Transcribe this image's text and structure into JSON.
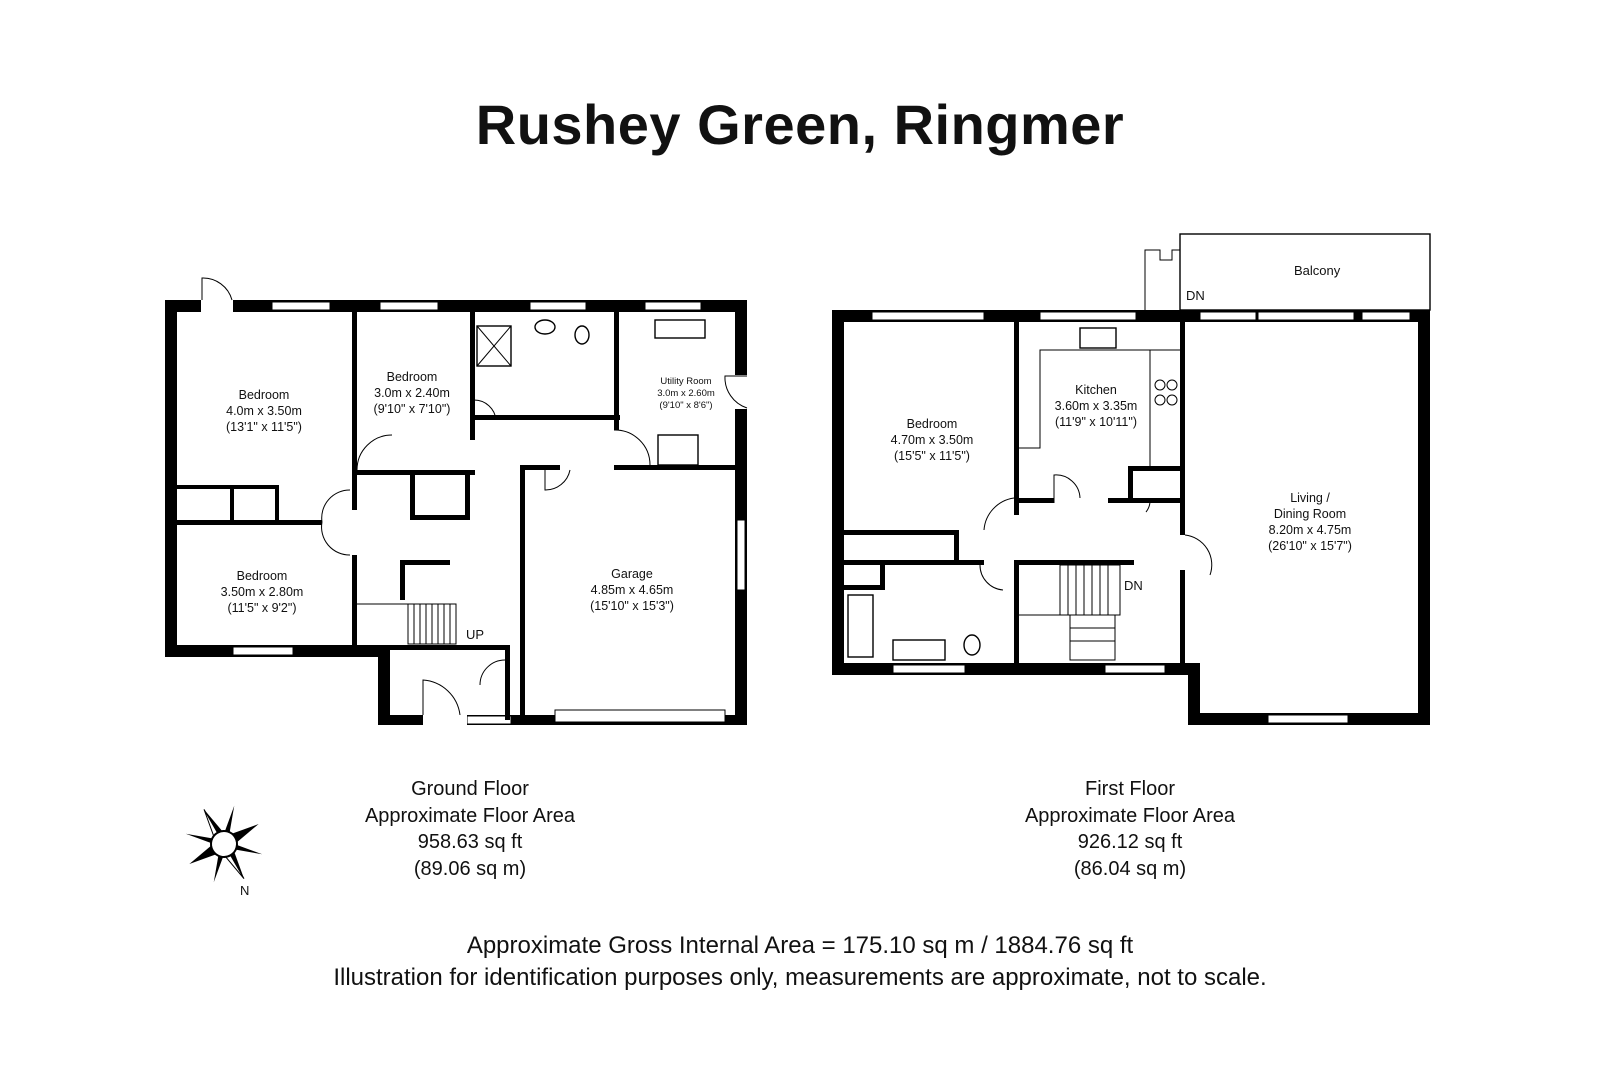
{
  "title": "Rushey Green, Ringmer",
  "ground_floor": {
    "bedroom1": {
      "name": "Bedroom",
      "metric": "4.0m x 3.50m",
      "imperial": "(13'1\" x 11'5\")"
    },
    "bedroom2": {
      "name": "Bedroom",
      "metric": "3.0m x 2.40m",
      "imperial": "(9'10\" x 7'10\")"
    },
    "bedroom3": {
      "name": "Bedroom",
      "metric": "3.50m x 2.80m",
      "imperial": "(11'5\" x 9'2\")"
    },
    "utility": {
      "name": "Utility Room",
      "metric": "3.0m x 2.60m",
      "imperial": "(9'10\" x 8'6\")"
    },
    "garage": {
      "name": "Garage",
      "metric": "4.85m x 4.65m",
      "imperial": "(15'10\" x 15'3\")"
    },
    "stairs_label": "UP",
    "info": {
      "name": "Ground Floor",
      "label": "Approximate Floor Area",
      "sqft": "958.63 sq ft",
      "sqm": "(89.06 sq m)"
    }
  },
  "first_floor": {
    "balcony": "Balcony",
    "balcony_stairs_label": "DN",
    "bedroom": {
      "name": "Bedroom",
      "metric": "4.70m x 3.50m",
      "imperial": "(15'5\" x 11'5\")"
    },
    "kitchen": {
      "name": "Kitchen",
      "metric": "3.60m x 3.35m",
      "imperial": "(11'9\" x 10'11\")"
    },
    "living": {
      "name1": "Living /",
      "name2": "Dining Room",
      "metric": "8.20m x 4.75m",
      "imperial": "(26'10\" x 15'7\")"
    },
    "stairs_label": "DN",
    "info": {
      "name": "First Floor",
      "label": "Approximate Floor Area",
      "sqft": "926.12 sq ft",
      "sqm": "(86.04 sq m)"
    }
  },
  "compass_label": "N",
  "footer": {
    "gross_area": "Approximate Gross Internal Area = 175.10 sq m / 1884.76 sq ft",
    "disclaimer": "Illustration for identification purposes only, measurements are approximate, not to scale."
  }
}
